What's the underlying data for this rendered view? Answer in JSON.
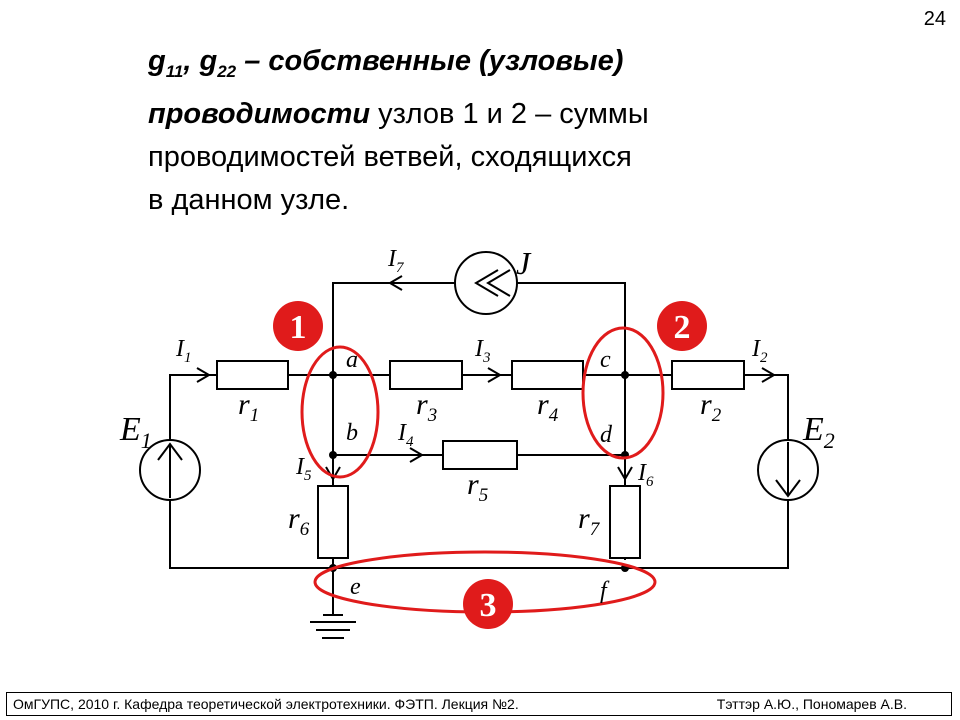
{
  "slide": {
    "page_number": "24"
  },
  "heading": {
    "g1": "g",
    "g1_sub": "11",
    "comma": ", ",
    "g2": "g",
    "g2_sub": "22",
    "dash": " – ",
    "term_line1": "собственные (узловые)",
    "term_line2": "проводимости",
    "rest_line2": " узлов 1 и 2 – суммы",
    "line3": "проводимостей ветвей, сходящихся",
    "line4": "в данном узле."
  },
  "circuit": {
    "labels": {
      "I7": "I",
      "I7_sub": "7",
      "J": "J",
      "I1": "I",
      "I1_sub": "1",
      "I2": "I",
      "I2_sub": "2",
      "I3": "I",
      "I3_sub": "3",
      "I4": "I",
      "I4_sub": "4",
      "I5": "I",
      "I5_sub": "5",
      "I6": "I",
      "I6_sub": "6",
      "r1": "r",
      "r1_sub": "1",
      "r2": "r",
      "r2_sub": "2",
      "r3": "r",
      "r3_sub": "3",
      "r4": "r",
      "r4_sub": "4",
      "r5": "r",
      "r5_sub": "5",
      "r6": "r",
      "r6_sub": "6",
      "r7": "r",
      "r7_sub": "7",
      "E1": "E",
      "E1_sub": "1",
      "E2": "E",
      "E2_sub": "2"
    },
    "nodes": {
      "a": "a",
      "b": "b",
      "c": "c",
      "d": "d",
      "e": "e",
      "f": "f"
    },
    "node_markers": [
      "1",
      "2",
      "3"
    ],
    "colors": {
      "wire": "#000000",
      "highlight": "#e01b1b",
      "marker_text": "#ffffff"
    }
  },
  "footer": {
    "left": "ОмГУПС, 2010 г. Кафедра теоретической электротехники. ФЭТП. Лекция №2.",
    "right": "Тэттэр А.Ю., Пономарев А.В."
  }
}
